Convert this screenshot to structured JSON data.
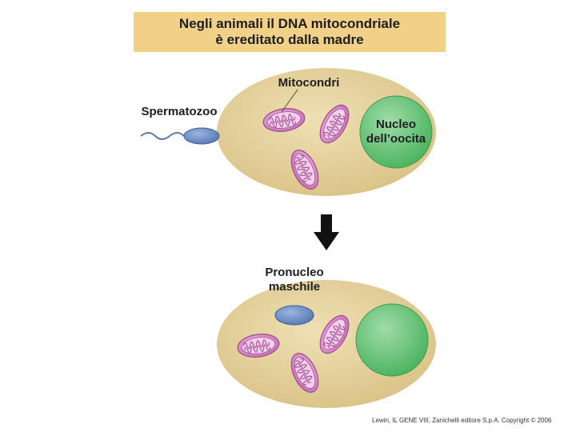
{
  "title": {
    "line1": "Negli animali il DNA mitocondriale",
    "line2": "è ereditato dalla madre"
  },
  "labels": {
    "mitochondria": "Mitocondri",
    "sperm": "Spermatozoo",
    "oocyte_nucleus_line1": "Nucleo",
    "oocyte_nucleus_line2": "dell’oocita",
    "male_pronucleus_line1": "Pronucleo",
    "male_pronucleus_line2": "maschile"
  },
  "credit": "Lewin, IL GENE VIII, Zanichelli editore S.p.A. Copyright © 2006",
  "colors": {
    "title_bg": "#f1d188",
    "cell": "#e6d39f",
    "nucleus": "#6dc77c",
    "mitochondrion": "#d986c7",
    "sperm_head": "#6f8fc4",
    "arrow": "#111111"
  }
}
